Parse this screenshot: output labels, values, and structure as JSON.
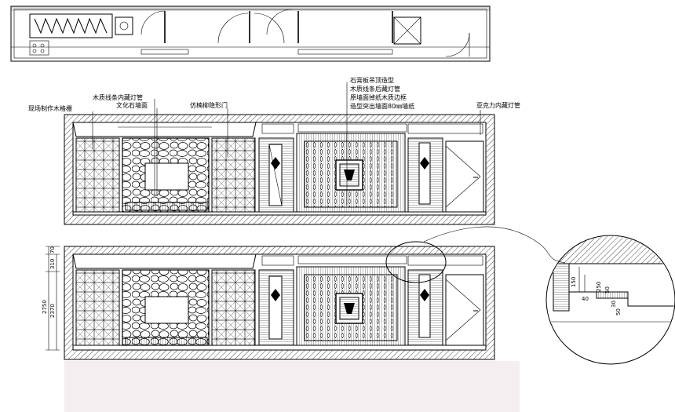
{
  "elevation_a": {
    "labels": {
      "shelf": "现场制作木格栅",
      "light": "木质线条内藏灯管",
      "stone": "文化石墙面",
      "door": "仿楠柳隐形门",
      "gypsum": "石膏板吊顶造型",
      "light2": "木质线条后藏灯管",
      "wall": "原墙面掉纸木质边框",
      "paper": "造型突出墙面80㎜墙纸",
      "acrylic": "亚克力内藏灯管"
    }
  },
  "elevation_b": {
    "dims": {
      "total": "2750",
      "sub": "2370",
      "top1": "70",
      "top2": "310"
    }
  },
  "detail": {
    "dims": {
      "d1": "150",
      "d2": "250",
      "d3": "50",
      "d4": "30",
      "d5": "40",
      "d6": "50"
    }
  },
  "colors": {
    "line": "#000000",
    "background": "#ffffff",
    "strip": "#f4eef0"
  }
}
